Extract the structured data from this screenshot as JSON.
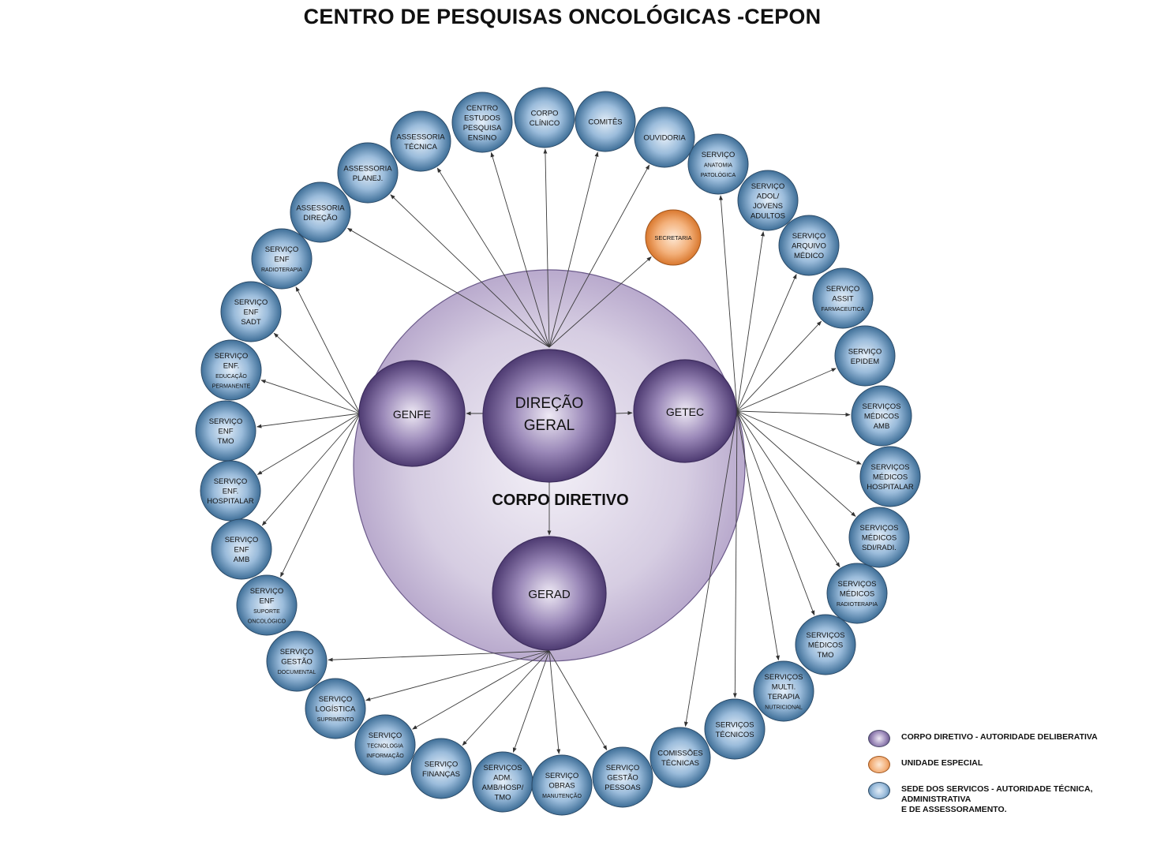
{
  "title": "CENTRO DE PESQUISAS ONCOLÓGICAS -CEPON",
  "colors": {
    "service_fill_light": "#d3e3f3",
    "service_fill_dark": "#4d7fa8",
    "service_stroke": "#2c4a66",
    "directive_light": "#e9e4f0",
    "directive_dark": "#5c4a80",
    "special_light": "#fbe0c8",
    "special_dark": "#e88a3c",
    "big_circle": "#c4b8d5"
  },
  "corpo_diretivo": {
    "label": "CORPO  DIRETIVO",
    "direcao": [
      "DIREÇÃO",
      "GERAL"
    ],
    "genfe": "GENFE",
    "getec": "GETEC",
    "gerad": "GERAD"
  },
  "secretaria": [
    "SECRETARIA"
  ],
  "services": [
    {
      "id": "assessoria-tecnica",
      "lines": [
        "ASSESSORIA",
        "TÉCNICA"
      ],
      "from": "dg"
    },
    {
      "id": "centro-estudos",
      "lines": [
        "CENTRO",
        "ESTUDOS",
        "PESQUISA",
        "ENSINO"
      ],
      "from": "dg"
    },
    {
      "id": "corpo-clinico",
      "lines": [
        "CORPO",
        "CLÍNICO"
      ],
      "from": "dg"
    },
    {
      "id": "comites",
      "lines": [
        "COMITÊS"
      ],
      "from": "dg"
    },
    {
      "id": "ouvidoria",
      "lines": [
        "OUVIDORIA"
      ],
      "from": "dg"
    },
    {
      "id": "assessoria-planej",
      "lines": [
        "ASSESSORIA",
        "PLANEJ."
      ],
      "from": "dg"
    },
    {
      "id": "assessoria-direcao",
      "lines": [
        "ASSESSORIA",
        "DIREÇÃO"
      ],
      "from": "dg"
    },
    {
      "id": "servico-anatomia",
      "lines": [
        "SERVIÇO",
        "ANATOMIA",
        "PATOLÓGICA"
      ],
      "small": [
        1,
        2
      ],
      "from": "getec"
    },
    {
      "id": "servico-adol",
      "lines": [
        "SERVIÇO",
        "ADOL/",
        "JOVENS",
        "ADULTOS"
      ],
      "from": "getec"
    },
    {
      "id": "servico-arquivo",
      "lines": [
        "SERVIÇO",
        "ARQUIVO",
        "MÉDICO"
      ],
      "from": "getec"
    },
    {
      "id": "servico-assit",
      "lines": [
        "SERVIÇO",
        "ASSIT",
        "FARMACEUTICA"
      ],
      "small": [
        2
      ],
      "from": "getec"
    },
    {
      "id": "servico-epidem",
      "lines": [
        "SERVIÇO",
        "EPIDEM"
      ],
      "from": "getec"
    },
    {
      "id": "servicos-medicos-amb",
      "lines": [
        "SERVIÇOS",
        "MÉDICOS",
        "AMB"
      ],
      "from": "getec"
    },
    {
      "id": "servicos-medicos-hospitalar",
      "lines": [
        "SERVIÇOS",
        "MÉDICOS",
        "HOSPITALAR"
      ],
      "from": "getec"
    },
    {
      "id": "servicos-medicos-sdi",
      "lines": [
        "SERVIÇOS",
        "MÉDICOS",
        "SDI/RADI."
      ],
      "from": "getec"
    },
    {
      "id": "servicos-medicos-radio",
      "lines": [
        "SERVIÇOS",
        "MÉDICOS",
        "RADIOTERAPIA"
      ],
      "small": [
        2
      ],
      "from": "getec"
    },
    {
      "id": "servicos-medicos-tmo",
      "lines": [
        "SERVIÇOS",
        "MÉDICOS",
        "TMO"
      ],
      "from": "getec"
    },
    {
      "id": "servicos-multi",
      "lines": [
        "SERVIÇOS",
        "MULTI.",
        "TERAPIA",
        "NUTRICIONAL"
      ],
      "small": [
        3
      ],
      "from": "getec"
    },
    {
      "id": "servicos-tecnicos",
      "lines": [
        "SERVIÇOS",
        "TÉCNICOS"
      ],
      "from": "getec"
    },
    {
      "id": "comissoes-tecnicas",
      "lines": [
        "COMISSÕES",
        "TÉCNICAS"
      ],
      "from": "getec"
    },
    {
      "id": "servico-enf-radio",
      "lines": [
        "SERVIÇO",
        "ENF",
        "RADIOTERAPIA"
      ],
      "small": [
        2
      ],
      "from": "genfe"
    },
    {
      "id": "servico-enf-sadt",
      "lines": [
        "SERVIÇO",
        "ENF",
        "SADT"
      ],
      "from": "genfe"
    },
    {
      "id": "servico-enf-educacao",
      "lines": [
        "SERVIÇO",
        "ENF.",
        "EDUCAÇÃO",
        "PERMANENTE"
      ],
      "small": [
        2,
        3
      ],
      "from": "genfe"
    },
    {
      "id": "servico-enf-tmo",
      "lines": [
        "SERVIÇO",
        "ENF",
        "TMO"
      ],
      "from": "genfe"
    },
    {
      "id": "servico-enf-hospitalar",
      "lines": [
        "SERVIÇO",
        "ENF.",
        "HOSPITALAR"
      ],
      "from": "genfe"
    },
    {
      "id": "servico-enf-amb",
      "lines": [
        "SERVIÇO",
        "ENF",
        "AMB"
      ],
      "from": "genfe"
    },
    {
      "id": "servico-enf-suporte",
      "lines": [
        "SERVIÇO",
        "ENF",
        "SUPORTE",
        "ONCOLÓGICO"
      ],
      "small": [
        2,
        3
      ],
      "from": "genfe"
    },
    {
      "id": "servico-gestao-doc",
      "lines": [
        "SERVIÇO",
        "GESTÃO",
        "DOCUMENTAL"
      ],
      "small": [
        2
      ],
      "from": "gerad"
    },
    {
      "id": "servico-logistica",
      "lines": [
        "SERVIÇO",
        "LOGÍSTICA",
        "SUPRIMENTO"
      ],
      "small": [
        2
      ],
      "from": "gerad"
    },
    {
      "id": "servico-tecnologia",
      "lines": [
        "SERVIÇO",
        "TECNOLOGIA",
        "INFORMAÇÃO"
      ],
      "small": [
        1,
        2
      ],
      "from": "gerad"
    },
    {
      "id": "servico-financas",
      "lines": [
        "SERVIÇO",
        "FINANÇAS"
      ],
      "from": "gerad"
    },
    {
      "id": "servicos-adm",
      "lines": [
        "SERVIÇOS",
        "ADM.",
        "AMB/HOSP/",
        "TMO"
      ],
      "from": "gerad"
    },
    {
      "id": "servico-obras",
      "lines": [
        "SERVIÇO",
        "OBRAS",
        "MANUTENÇÃO"
      ],
      "small": [
        2
      ],
      "from": "gerad"
    },
    {
      "id": "servico-gestao-pessoas",
      "lines": [
        "SERVIÇO",
        "GESTÃO",
        "PESSOAS"
      ],
      "from": "gerad"
    }
  ],
  "legend": {
    "directive": "CORPO DIRETIVO -  AUTORIDADE DELIBERATIVA",
    "special": "UNIDADE ESPECIAL",
    "services_line1": "SEDE DOS SERVICOS - AUTORIDADE TÉCNICA, ADMINISTRATIVA",
    "services_line2": "E DE ASSESSORAMENTO."
  }
}
